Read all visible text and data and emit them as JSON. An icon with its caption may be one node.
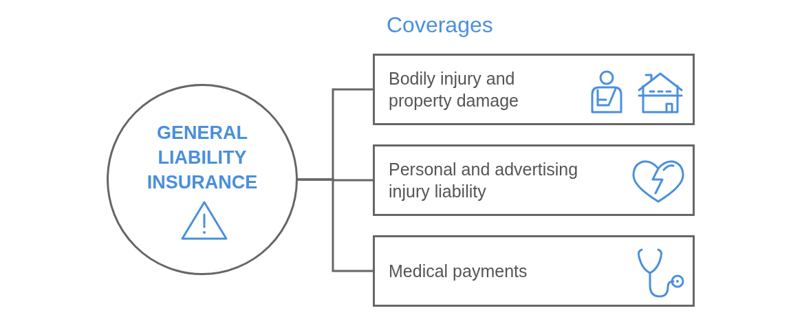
{
  "diagram": {
    "title": "Coverages",
    "nodes": [
      {
        "text": [
          "GENERAL LIABILITY INSURANCE"
        ]
      },
      {
        "text": [
          "Bodily injury and property damage"
        ]
      },
      {
        "text": [
          "Personal and advertising injury liability"
        ]
      },
      {
        "text": [
          "Medical payments"
        ]
      }
    ],
    "edges": [
      {
        "from": 0,
        "to": 1,
        "arrow": "none"
      },
      {
        "from": 0,
        "to": 2,
        "arrow": "none"
      },
      {
        "from": 0,
        "to": 3,
        "arrow": "none"
      }
    ]
  }
}
